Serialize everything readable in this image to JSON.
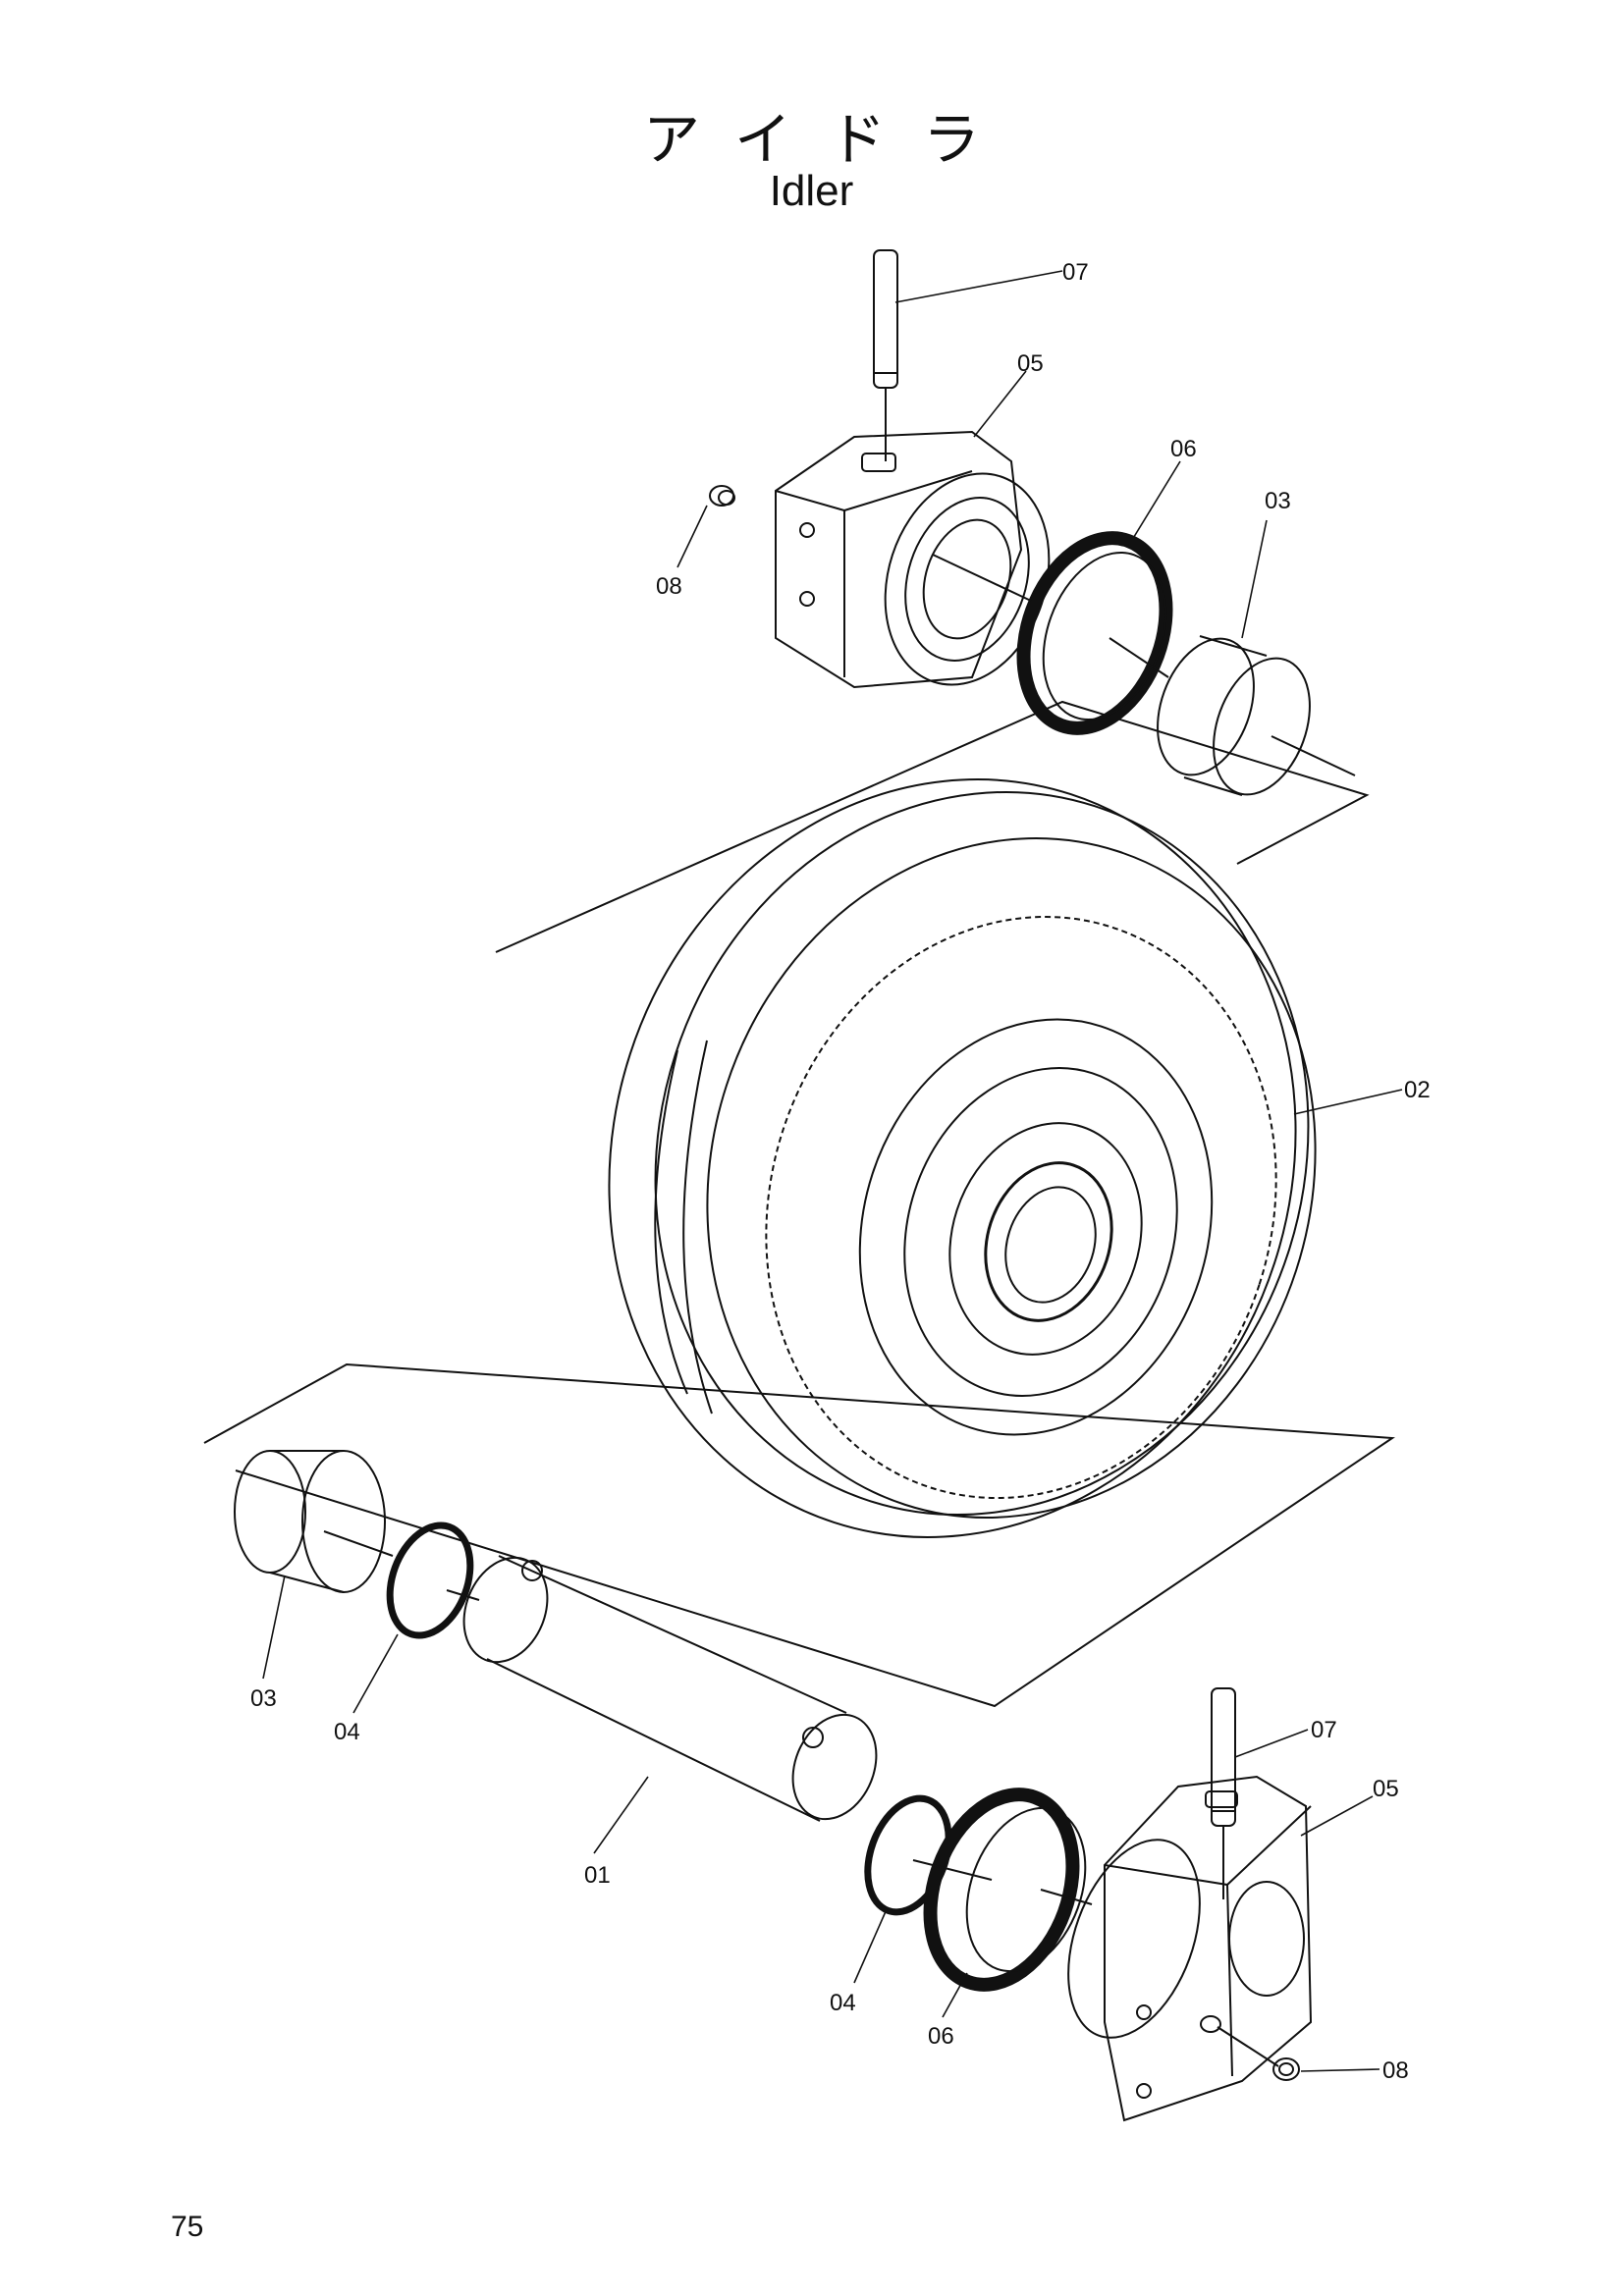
{
  "title_jp": "アイドラ",
  "title_en": "Idler",
  "page_number": "75",
  "callouts": {
    "c07_top": "07",
    "c05_top": "05",
    "c06_top": "06",
    "c03_top": "03",
    "c08_top": "08",
    "c02": "02",
    "c03_left": "03",
    "c04_left": "04",
    "c01": "01",
    "c07_bottom": "07",
    "c05_bottom": "05",
    "c04_bottom": "04",
    "c06_bottom": "06",
    "c08_bottom": "08"
  },
  "parts": {
    "p01": "shaft",
    "p02": "idler-wheel",
    "p03": "bushing",
    "p04": "o-ring",
    "p05": "support",
    "p06": "floating-seal",
    "p07": "pin",
    "p08": "plug"
  }
}
